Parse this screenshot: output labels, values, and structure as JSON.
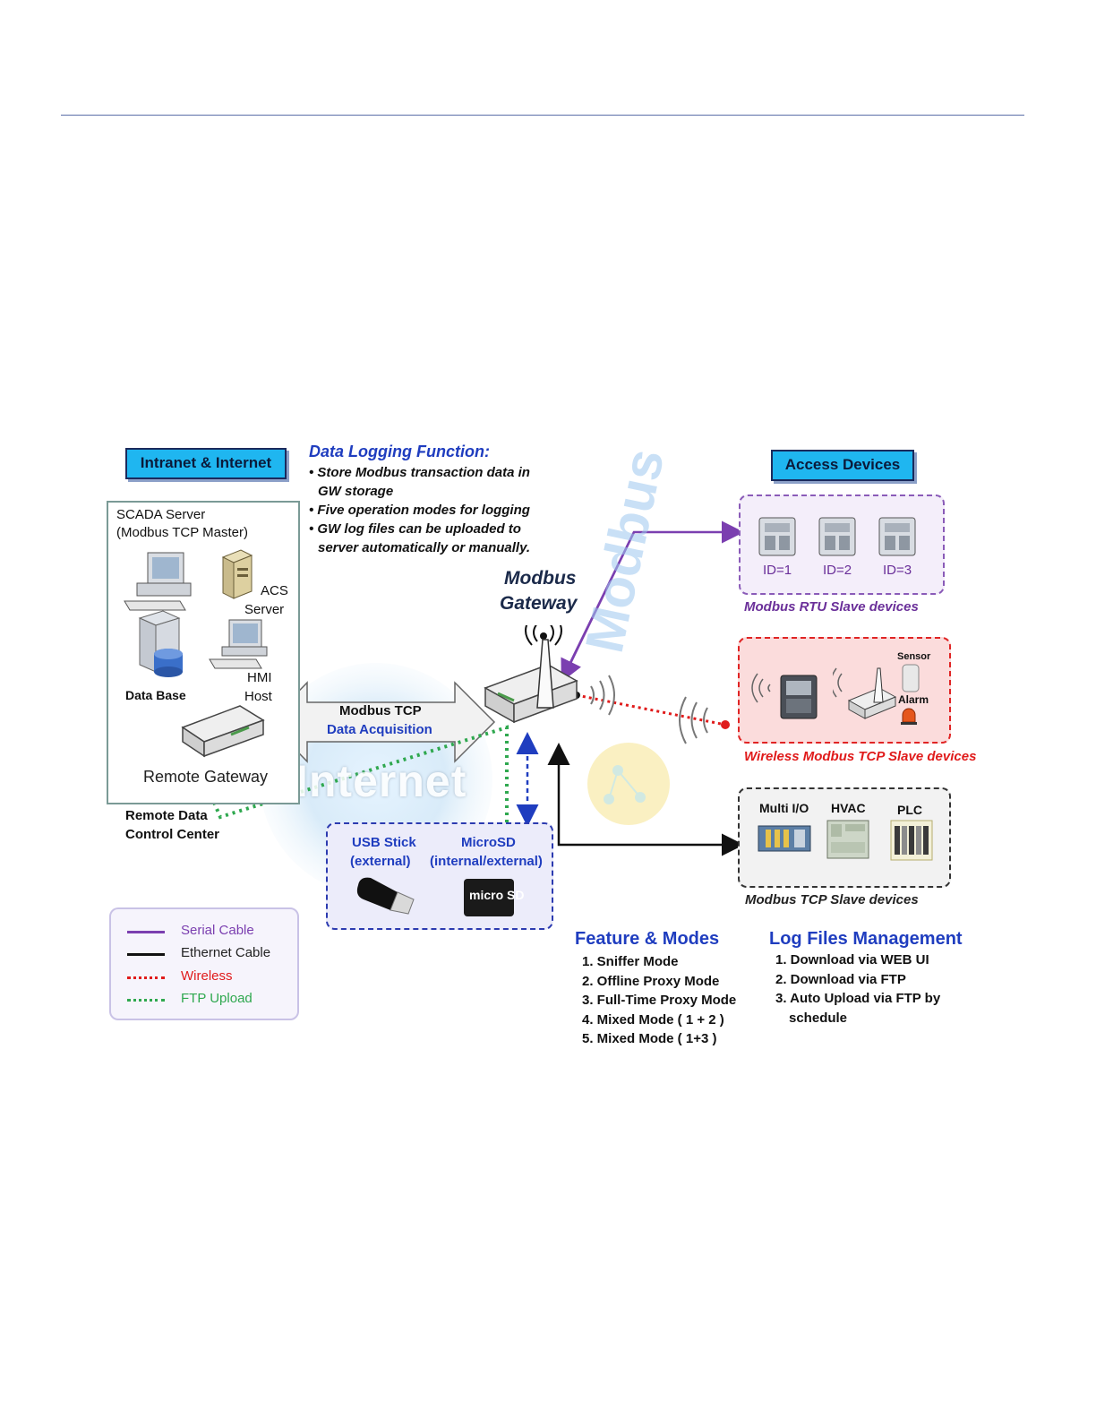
{
  "tags": {
    "intranet_internet": "Intranet & Internet",
    "access_devices": "Access Devices"
  },
  "scada": {
    "server_line1": "SCADA Server",
    "server_line2": "(Modbus TCP Master)",
    "acs_line1": "ACS",
    "acs_line2": "Server",
    "hmi_line1": "HMI",
    "hmi_line2": "Host",
    "database": "Data Base",
    "remote_gateway": "Remote Gateway",
    "center_line1": "Remote Data",
    "center_line2": "Control Center"
  },
  "data_logging": {
    "title": "Data Logging Function:",
    "items": [
      "• Store Modbus transaction data in",
      "GW storage",
      "• Five operation modes for logging",
      "• GW log files can be uploaded to",
      "server automatically or manually."
    ]
  },
  "gateway": {
    "line1": "Modbus",
    "line2": "Gateway"
  },
  "arrow": {
    "line1": "Modbus TCP",
    "line2": "Data Acquisition"
  },
  "watermarks": {
    "internet": "Internet",
    "modbus": "Modbus"
  },
  "rtu": {
    "ids": [
      "ID=1",
      "ID=2",
      "ID=3"
    ],
    "caption": "Modbus RTU Slave devices"
  },
  "wireless": {
    "sensor": "Sensor",
    "alarm": "Alarm",
    "caption": "Wireless Modbus TCP Slave devices"
  },
  "tcp": {
    "devices": [
      "Multi I/O",
      "HVAC",
      "PLC"
    ],
    "caption": "Modbus TCP Slave devices"
  },
  "storage": {
    "usb_line1": "USB Stick",
    "usb_line2": "(external)",
    "sd_line1": "MicroSD",
    "sd_line2": "(internal/external)",
    "sd_logo": "micro SD"
  },
  "legend": {
    "items": [
      {
        "label": "Serial Cable",
        "color": "#7b3fb0"
      },
      {
        "label": "Ethernet Cable",
        "color": "#111111"
      },
      {
        "label": "Wireless",
        "color": "#e01b1b"
      },
      {
        "label": "FTP Upload",
        "color": "#2fa84f"
      }
    ]
  },
  "features": {
    "title": "Feature & Modes",
    "items": [
      "1. Sniffer Mode",
      "2. Offline Proxy Mode",
      "3. Full-Time Proxy Mode",
      "4. Mixed Mode ( 1 + 2 )",
      "5. Mixed Mode ( 1+3 )"
    ]
  },
  "logmgmt": {
    "title": "Log Files Management",
    "items": [
      "1. Download via WEB UI",
      "2. Download via FTP",
      "3. Auto Upload via FTP by",
      "schedule"
    ]
  }
}
